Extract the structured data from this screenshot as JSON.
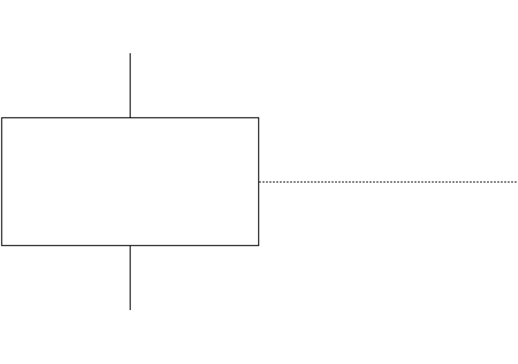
{
  "diagram": {
    "shapes": [
      {
        "name": "component-box",
        "shape": "rectangle"
      },
      {
        "name": "top-terminal-line",
        "shape": "line"
      },
      {
        "name": "bottom-terminal-line",
        "shape": "line"
      },
      {
        "name": "right-dashed-connector",
        "shape": "dashed-line"
      }
    ],
    "colors": {
      "background": "#ffffff",
      "stroke": "#000000"
    }
  }
}
